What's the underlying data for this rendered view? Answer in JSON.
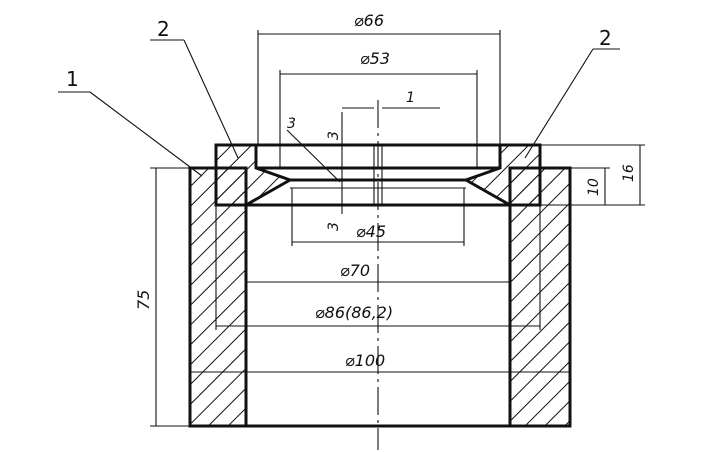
{
  "callouts": {
    "part_1": "1",
    "part_2_left": "2",
    "part_2_right": "2",
    "part_3": "3"
  },
  "dimensions": {
    "d66": "⌀66",
    "d53": "⌀53",
    "gap_1": "1",
    "d45": "⌀45",
    "d70": "⌀70",
    "d86": "⌀86(86,2)",
    "d100": "⌀100",
    "height_75": "75",
    "height_10": "10",
    "height_16": "16",
    "offset_3_top": "3",
    "offset_3_bottom": "3"
  }
}
